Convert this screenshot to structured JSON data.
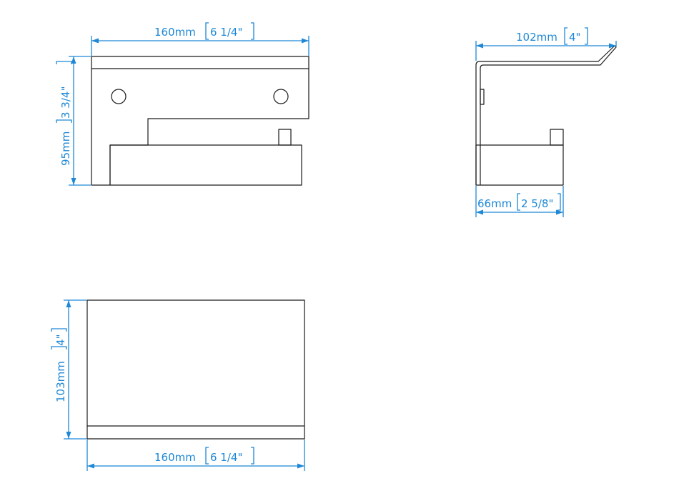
{
  "colors": {
    "line": "#1a1a1a",
    "dimension": "#1e88d6",
    "background": "#ffffff"
  },
  "front_view": {
    "width_mm": "160mm",
    "width_in": "6 1/4\"",
    "height_mm": "95mm",
    "height_in": "3 3/4\""
  },
  "side_view": {
    "depth_mm": "102mm",
    "depth_in": "4\"",
    "base_mm": "66mm",
    "base_in": "2 5/8\""
  },
  "top_view": {
    "width_mm": "160mm",
    "width_in": "6 1/4\"",
    "depth_mm": "103mm",
    "depth_in": "4\""
  }
}
